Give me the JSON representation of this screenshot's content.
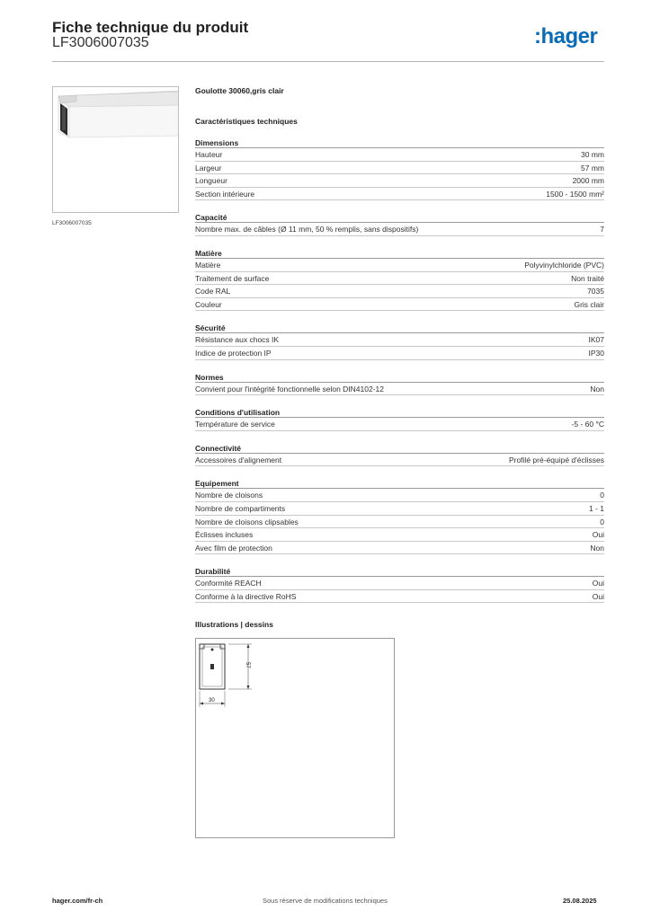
{
  "header": {
    "title": "Fiche technique du produit",
    "reference": "LF3006007035",
    "logo_text": "hager",
    "logo_color": "#0a6cb6"
  },
  "thumbnail": {
    "caption": "LF3006007035"
  },
  "product": {
    "name": "Goulotte 30060,gris clair",
    "tech_heading": "Caractéristiques techniques"
  },
  "sections": [
    {
      "title": "Dimensions",
      "rows": [
        {
          "label": "Hauteur",
          "value": "30 mm"
        },
        {
          "label": "Largeur",
          "value": "57 mm"
        },
        {
          "label": "Longueur",
          "value": "2000 mm"
        },
        {
          "label": "Section intérieure",
          "value": "1500 - 1500 mm²"
        }
      ]
    },
    {
      "title": "Capacité",
      "rows": [
        {
          "label": "Nombre max. de câbles (Ø 11 mm, 50 % remplis, sans dispositifs)",
          "value": "7"
        }
      ]
    },
    {
      "title": "Matière",
      "rows": [
        {
          "label": "Matière",
          "value": "Polyvinylchloride (PVC)"
        },
        {
          "label": "Traitement de surface",
          "value": "Non traité"
        },
        {
          "label": "Code RAL",
          "value": "7035"
        },
        {
          "label": "Couleur",
          "value": "Gris clair"
        }
      ]
    },
    {
      "title": "Sécurité",
      "rows": [
        {
          "label": "Résistance aux chocs IK",
          "value": "IK07"
        },
        {
          "label": "Indice de protection IP",
          "value": "IP30"
        }
      ]
    },
    {
      "title": "Normes",
      "rows": [
        {
          "label": "Convient pour l'intégrité fonctionnelle selon DIN4102-12",
          "value": "Non"
        }
      ]
    },
    {
      "title": "Conditions d'utilisation",
      "rows": [
        {
          "label": "Température de service",
          "value": "-5 - 60 °C"
        }
      ]
    },
    {
      "title": "Connectivité",
      "rows": [
        {
          "label": "Accessoires d'alignement",
          "value": "Profilé pré-équipé d'éclisses"
        }
      ]
    },
    {
      "title": "Equipement",
      "rows": [
        {
          "label": "Nombre de cloisons",
          "value": "0"
        },
        {
          "label": "Nombre de compartiments",
          "value": "1 - 1"
        },
        {
          "label": "Nombre de cloisons clipsables",
          "value": "0"
        },
        {
          "label": "Éclisses incluses",
          "value": "Oui"
        },
        {
          "label": "Avec film de protection",
          "value": "Non"
        }
      ]
    },
    {
      "title": "Durabilité",
      "rows": [
        {
          "label": "Conformité REACH",
          "value": "Oui"
        },
        {
          "label": "Conforme à la directive RoHS",
          "value": "Oui"
        }
      ]
    }
  ],
  "illustrations": {
    "title": "Illustrations | dessins",
    "dim_height": "57",
    "dim_width": "30"
  },
  "footer": {
    "website": "hager.com/fr-ch",
    "notice": "Sous réserve de modifications techniques",
    "date": "25.08.2025"
  }
}
